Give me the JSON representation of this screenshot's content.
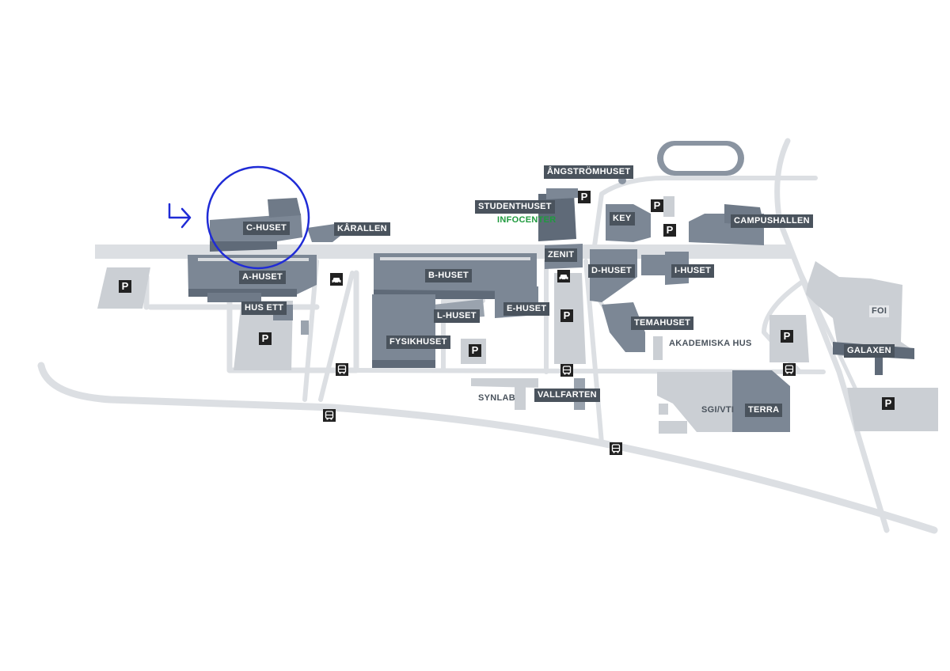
{
  "map": {
    "labels": {
      "c_huset": "C-HUSET",
      "karallen": "KÅRALLEN",
      "a_huset": "A-HUSET",
      "hus_ett": "HUS ETT",
      "b_huset": "B-HUSET",
      "l_huset": "L-HUSET",
      "e_huset": "E-HUSET",
      "fysikhuset": "FYSIKHUSET",
      "angstromhuset": "ÅNGSTRÖMHUSET",
      "studenthuset": "STUDENTHUSET",
      "infocenter": "INFOCENTER",
      "zenit": "ZENIT",
      "key": "KEY",
      "campushallen": "CAMPUSHALLEN",
      "d_huset": "D-HUSET",
      "i_huset": "I-HUSET",
      "temahuset": "TEMAHUSET",
      "akademiska_hus": "AKADEMISKA HUS",
      "synlab": "SYNLAB",
      "vallfarten": "VALLFARTEN",
      "sgi_vti": "SGI/VTI",
      "terra": "TERRA",
      "foi": "FOI",
      "galaxen": "GALAXEN"
    },
    "parking_symbol": "P",
    "icons": {
      "parking": "parking-icon",
      "bus": "bus-stop-icon",
      "taxi": "taxi-icon",
      "highlight": "highlight-circle-icon",
      "arrow": "arrow-right-icon"
    },
    "colors": {
      "road": "#dcdfe3",
      "building": "#7c8795",
      "building_shadow": "#5f6a78",
      "building_light": "#c5c9ce",
      "label_bg": "#4a535d",
      "highlight": "#1f2bd6",
      "infocenter": "#1f9a3e"
    }
  }
}
